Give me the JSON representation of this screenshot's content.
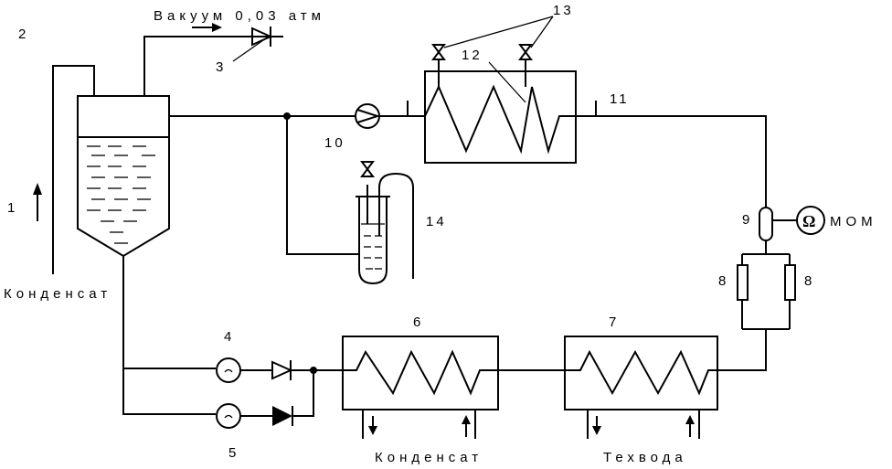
{
  "labels": {
    "vacuum": "Вакуум 0,03 атм",
    "condensate_left": "Конденсат",
    "condensate_bottom": "Конденсат",
    "tech_water": "Техвода",
    "megohmmeter": "МОМ",
    "omega_symbol": "Ω"
  },
  "numbers": {
    "n1": "1",
    "n2": "2",
    "n3": "3",
    "n4": "4",
    "n5": "5",
    "n6": "6",
    "n7": "7",
    "n8a": "8",
    "n8b": "8",
    "n9": "9",
    "n10": "10",
    "n11": "11",
    "n12": "12",
    "n13": "13",
    "n14": "14"
  }
}
